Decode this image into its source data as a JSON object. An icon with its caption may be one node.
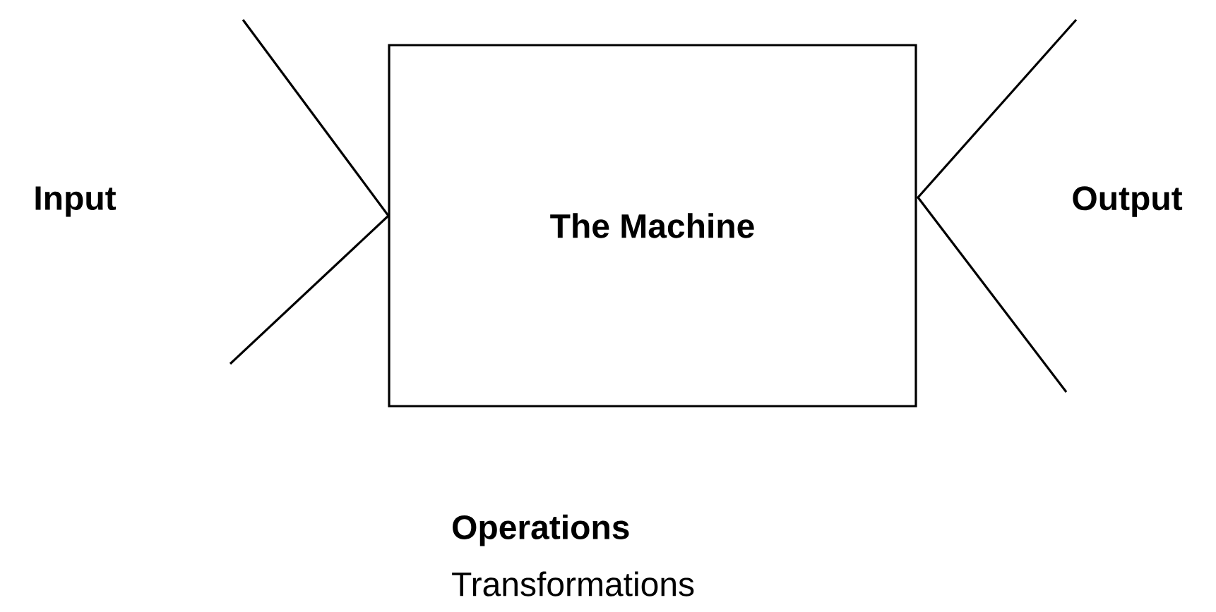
{
  "diagram": {
    "nodes": [
      {
        "text": [
          "Input"
        ]
      },
      {
        "text": [
          "The Machine"
        ]
      },
      {
        "text": [
          "Output"
        ]
      }
    ],
    "labels": [
      "Operations",
      "Transformations"
    ]
  }
}
